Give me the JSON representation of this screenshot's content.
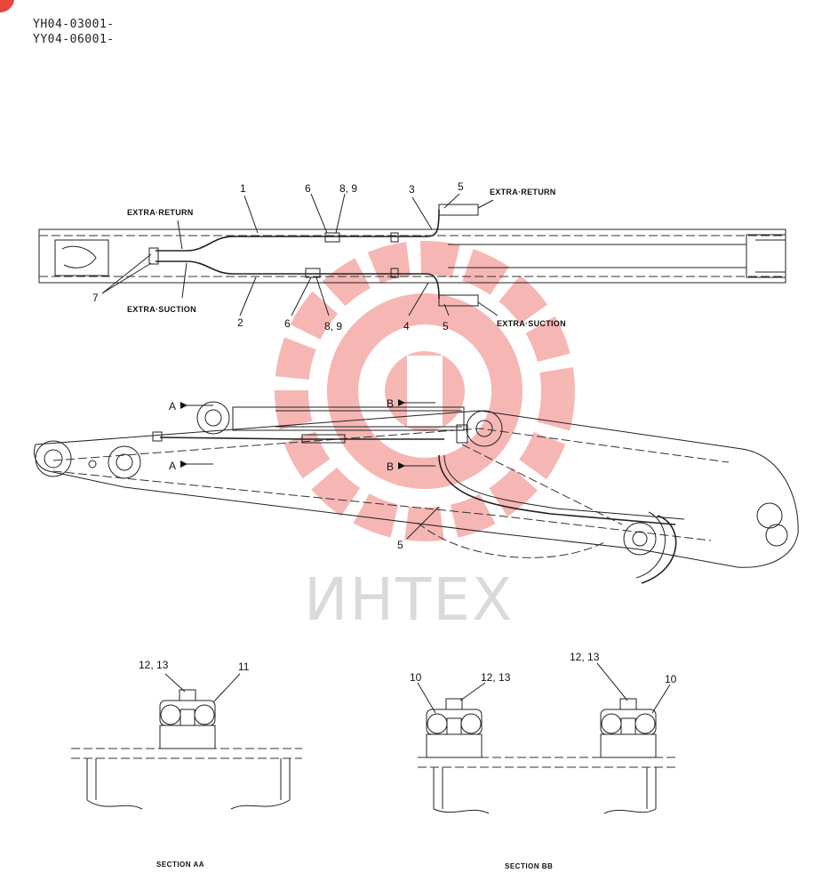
{
  "header": {
    "serial_1": "YH04-03001-",
    "serial_2": "YY04-06001-"
  },
  "top_view": {
    "extra_return_left": "EXTRA·RETURN",
    "extra_suction_left": "EXTRA·SUCTION",
    "extra_return_right": "EXTRA·RETURN",
    "extra_suction_right": "EXTRA·SUCTION",
    "callouts": {
      "c1": "1",
      "c2": "2",
      "c3": "3",
      "c4": "4",
      "c5a": "5",
      "c5b": "5",
      "c6a": "6",
      "c6b": "6",
      "c89a": "8, 9",
      "c89b": "8, 9",
      "c7": "7"
    }
  },
  "side_view": {
    "arrow_a1": "A",
    "arrow_a2": "A",
    "arrow_b1": "B",
    "arrow_b2": "B",
    "c5": "5"
  },
  "section_aa": {
    "c1213": "12, 13",
    "c11": "11",
    "title": "SECTION AA"
  },
  "section_bb": {
    "c10a": "10",
    "c1213a": "12, 13",
    "c1213b": "12, 13",
    "c10b": "10",
    "title": "SECTION BB"
  },
  "watermark": {
    "text": "ИНТЕХ",
    "color": "#e8453c"
  }
}
